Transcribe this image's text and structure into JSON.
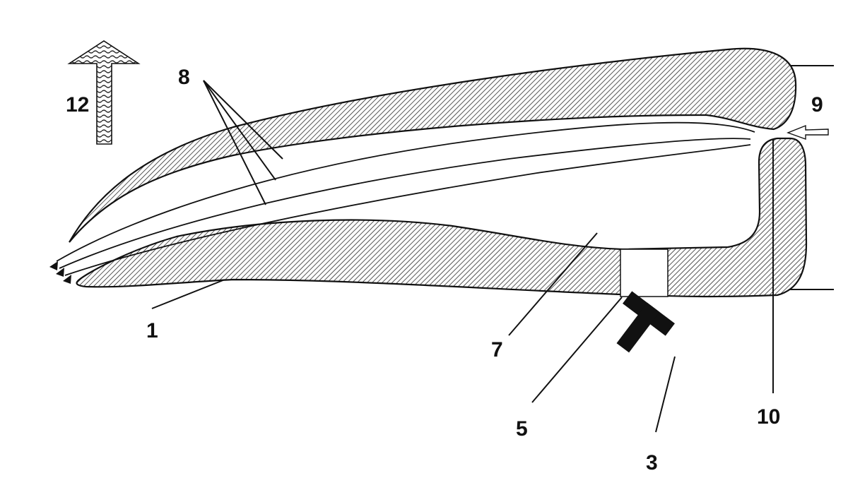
{
  "labels": {
    "upper_wall": "",
    "lower_wall": "1",
    "actuator": "3",
    "window": "5",
    "cavity": "7",
    "streamlines": "8",
    "inlet": "9",
    "nozzle": "10",
    "direction_arrow": "12"
  },
  "colors": {
    "ink": "#111111",
    "hatch": "#2b2b2b",
    "background": "#ffffff"
  },
  "icons": {
    "direction_arrow": "wavy-patterned-up-arrow-icon",
    "inlet_arrow": "left-arrow-icon",
    "outlet_markers": "triangle-marker-icon"
  }
}
